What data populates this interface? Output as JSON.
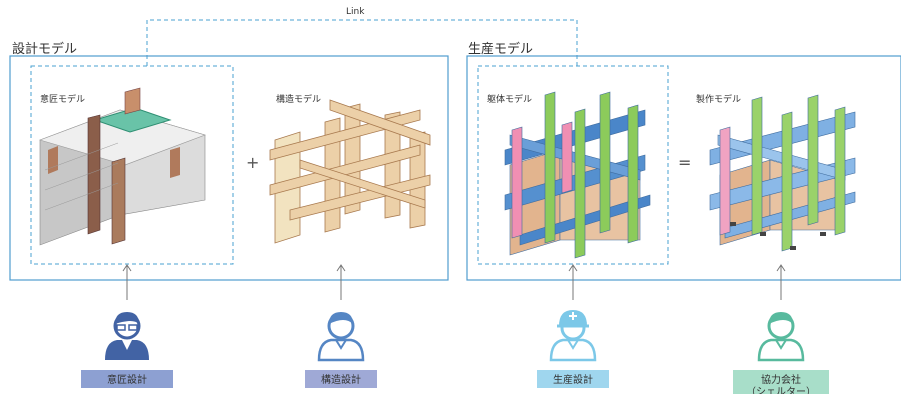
{
  "link_label": "Link",
  "groups": {
    "design": {
      "label": "設計モデル"
    },
    "production": {
      "label": "生産モデル"
    }
  },
  "models": {
    "architectural": "意匠モデル",
    "structural": "構造モデル",
    "frame": "躯体モデル",
    "fabrication": "製作モデル"
  },
  "operators": {
    "plus": "+",
    "equals": "="
  },
  "roles": {
    "architectural": {
      "label": "意匠設計",
      "color": "#8da0d2",
      "icon": "person-glasses-icon"
    },
    "structural": {
      "label": "構造設計",
      "color": "#9fa9d6",
      "icon": "person-icon"
    },
    "production": {
      "label": "生産設計",
      "color": "#9fd6ee",
      "icon": "person-hardhat-icon"
    },
    "partner": {
      "label": "協力会社\n（シェルター）",
      "color": "#a8dec9",
      "icon": "person-icon"
    }
  },
  "colors": {
    "frame_border": "#4f9ccf",
    "dashed": "#4aa2d0",
    "arrow": "#777777",
    "icon_navy": "#4263a4",
    "icon_blue": "#5586c4",
    "icon_light": "#7cc8e8",
    "icon_teal": "#58ba9e"
  }
}
